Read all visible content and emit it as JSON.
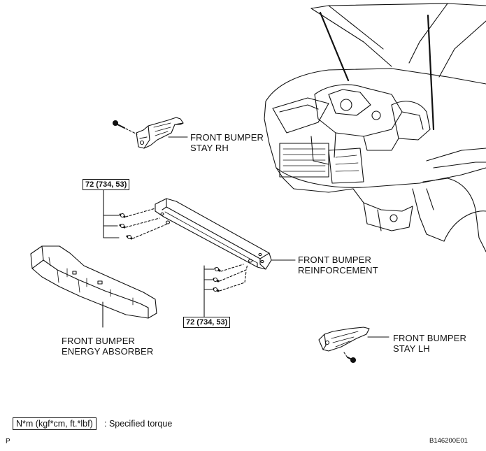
{
  "labels": {
    "stay_rh_line1": "FRONT BUMPER",
    "stay_rh_line2": "STAY RH",
    "reinforcement_line1": "FRONT BUMPER",
    "reinforcement_line2": "REINFORCEMENT",
    "energy_absorber_line1": "FRONT BUMPER",
    "energy_absorber_line2": "ENERGY ABSORBER",
    "stay_lh_line1": "FRONT BUMPER",
    "stay_lh_line2": "STAY LH"
  },
  "torque": {
    "upper": "72 (734, 53)",
    "lower": "72 (734, 53)"
  },
  "legend": {
    "unit_box": "N*m (kgf*cm, ft.*lbf)",
    "description": ": Specified torque"
  },
  "footer": {
    "page_mark": "P",
    "figure_id": "B146200E01"
  }
}
